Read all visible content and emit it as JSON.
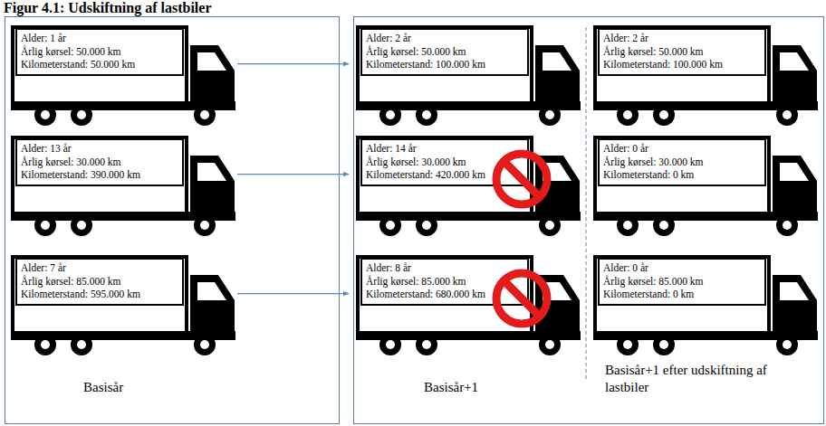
{
  "diagram": {
    "title": "Figur 4.1: Udskiftning af lastbiler",
    "nodes": [
      {
        "text": [
          "Basisår"
        ]
      },
      {
        "text": [
          "Alder: 1 år",
          "Årlig kørsel: 50.000 km",
          "Kilometerstand: 50.000 km"
        ],
        "in": 0
      },
      {
        "text": [
          "Alder: 13 år",
          "Årlig kørsel: 30.000 km",
          "Kilometerstand: 390.000 km"
        ],
        "in": 0
      },
      {
        "text": [
          "Alder: 7 år",
          "Årlig kørsel: 85.000 km",
          "Kilometerstand: 595.000 km"
        ],
        "in": 0
      },
      {
        "text": [
          "Basisår+1",
          "Basisår+1 efter udskiftning af lastbiler"
        ]
      },
      {
        "text": [
          "Alder: 2 år",
          "Årlig kørsel: 50.000 km",
          "Kilometerstand: 100.000 km"
        ],
        "in": 4
      },
      {
        "text": [
          "Alder: 14 år",
          "Årlig kørsel: 30.000 km",
          "Kilometerstand: 420.000 km"
        ],
        "in": 4
      },
      {
        "text": [
          "Alder: 8 år",
          "Årlig kørsel: 85.000 km",
          "Kilometerstand: 680.000 km"
        ],
        "in": 4
      },
      {
        "text": [
          "Alder: 2 år",
          "Årlig kørsel: 50.000 km",
          "Kilometerstand: 100.000 km"
        ],
        "in": 4
      },
      {
        "text": [
          "Alder: 0 år",
          "Årlig kørsel: 30.000 km",
          "Kilometerstand: 0 km"
        ],
        "in": 4
      },
      {
        "text": [
          "Alder: 0 år",
          "Årlig kørsel: 85.000 km",
          "Kilometerstand: 0 km"
        ],
        "in": 4
      }
    ],
    "edges": [
      {
        "from": 1,
        "to": 5,
        "arrow": "to"
      },
      {
        "from": 2,
        "to": 6,
        "arrow": "to"
      },
      {
        "from": 3,
        "to": 7,
        "arrow": "to"
      }
    ]
  }
}
